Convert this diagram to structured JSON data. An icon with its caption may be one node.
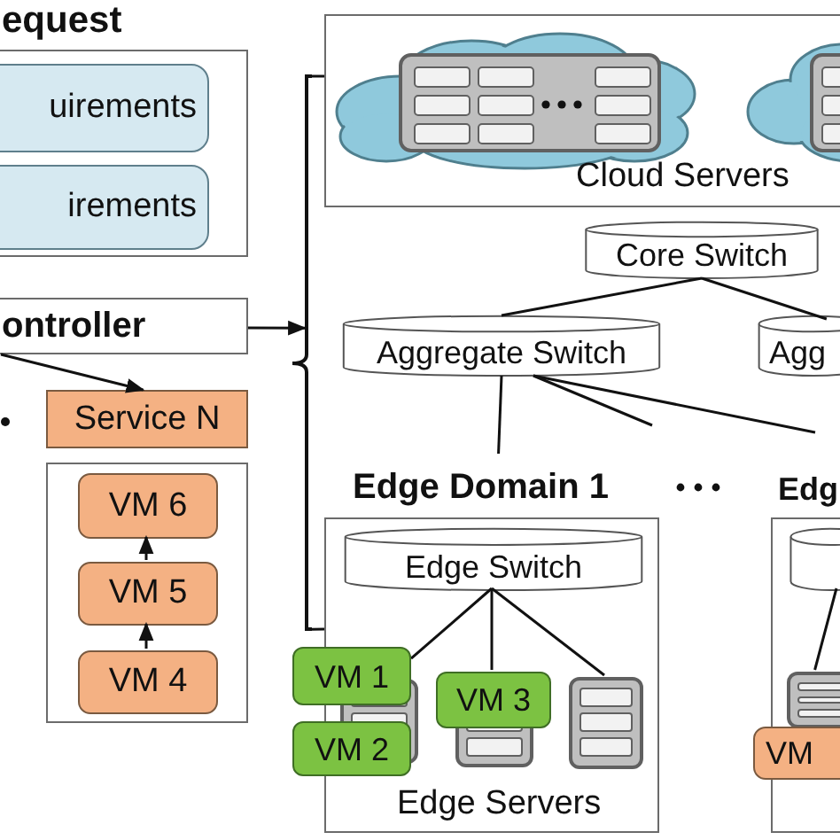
{
  "diagram": {
    "nodes": [
      {
        "text": [
          "equest"
        ]
      },
      {
        "text": [
          "uirements"
        ],
        "in": 0
      },
      {
        "text": [
          "irements"
        ],
        "in": 0
      },
      {
        "text": [
          "ontroller"
        ]
      },
      {
        "text": [
          "Service N"
        ]
      },
      {
        "text": [],
        "shape": "box"
      },
      {
        "text": [
          "VM 6"
        ],
        "in": 5
      },
      {
        "text": [
          "VM 5"
        ],
        "in": 5
      },
      {
        "text": [
          "VM 4"
        ],
        "in": 5
      },
      {
        "text": [
          "Cloud Servers"
        ]
      },
      {
        "text": [
          "Core Switch"
        ]
      },
      {
        "text": [
          "Aggregate Switch"
        ]
      },
      {
        "text": [
          "Agg"
        ]
      },
      {
        "text": [
          "Edge Domain 1",
          "Edge Servers"
        ]
      },
      {
        "text": [
          "Edge Switch"
        ],
        "in": 13
      },
      {
        "text": [
          "VM 1"
        ]
      },
      {
        "text": [
          "VM 2"
        ]
      },
      {
        "text": [
          "VM 3"
        ],
        "in": 13
      },
      {
        "text": [],
        "shape": "server",
        "in": 13
      },
      {
        "text": [
          "Edg"
        ]
      },
      {
        "text": [],
        "shape": "cylinder",
        "in": 19
      },
      {
        "text": [],
        "shape": "server",
        "in": 19
      },
      {
        "text": [
          "VM"
        ]
      },
      {
        "text": [],
        "shape": "brace"
      }
    ],
    "edges": [
      {
        "from": 3,
        "to": 4,
        "arrow": "to"
      },
      {
        "from": 3,
        "to": 23,
        "arrow": "to"
      },
      {
        "from": 8,
        "to": 7,
        "arrow": "to"
      },
      {
        "from": 7,
        "to": 6,
        "arrow": "to"
      },
      {
        "from": 10,
        "to": 11,
        "arrow": "none"
      },
      {
        "from": 10,
        "to": 12,
        "arrow": "none"
      },
      {
        "from": 11,
        "to": 13,
        "arrow": "none"
      },
      {
        "from": 11,
        "to": null,
        "arrow": "none"
      },
      {
        "from": 11,
        "to": 19,
        "arrow": "none"
      },
      {
        "from": 14,
        "to": 15,
        "arrow": "none"
      },
      {
        "from": 14,
        "to": 17,
        "arrow": "none"
      },
      {
        "from": 14,
        "to": 18,
        "arrow": "none"
      },
      {
        "from": 20,
        "to": 21,
        "arrow": "none"
      },
      {
        "from": 23,
        "to": 9,
        "arrow": "none"
      },
      {
        "from": 23,
        "to": 13,
        "arrow": "none"
      }
    ]
  }
}
